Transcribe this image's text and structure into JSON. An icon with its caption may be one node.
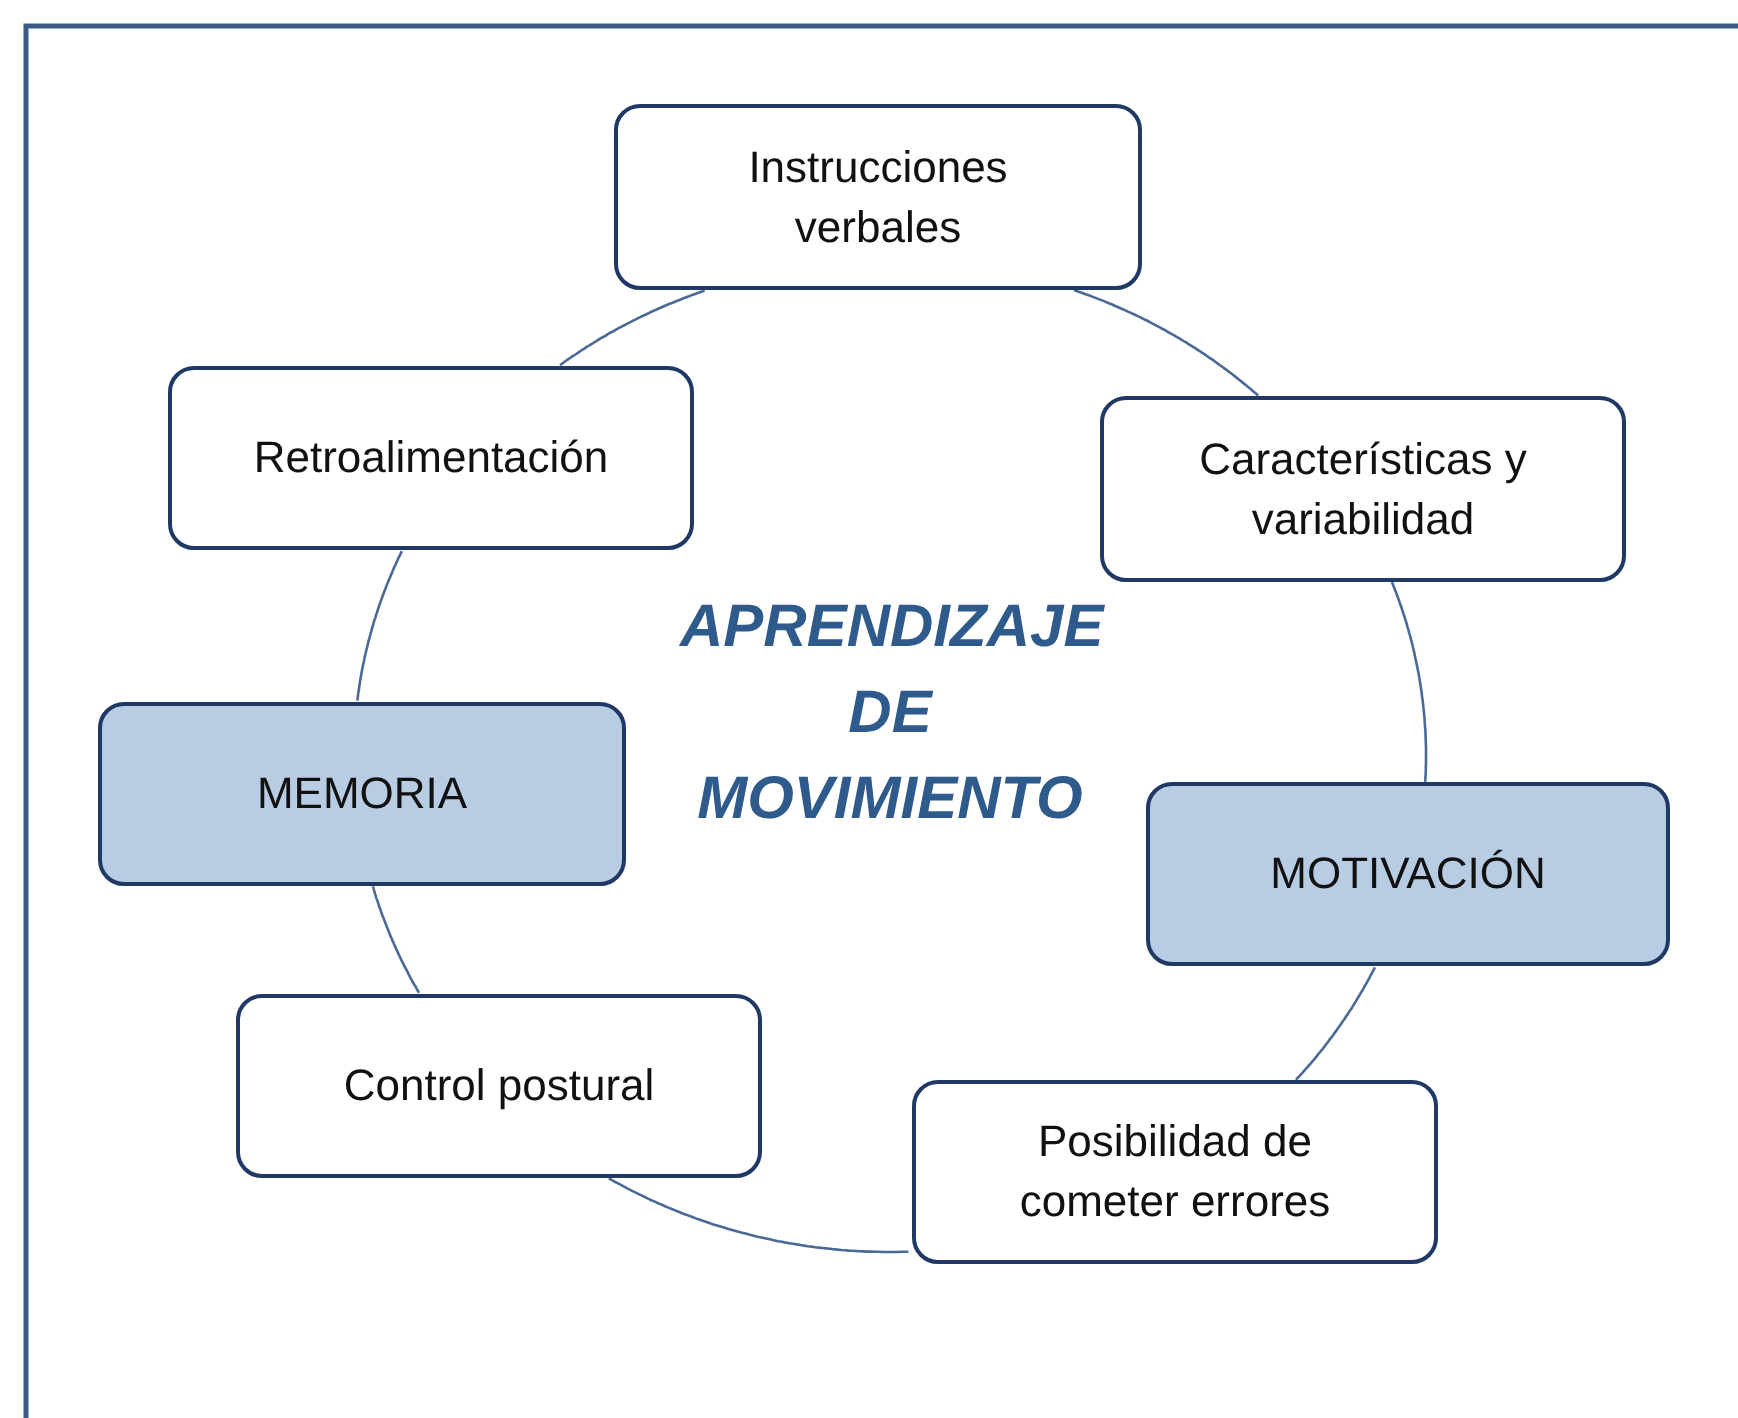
{
  "diagram": {
    "nodes": [
      {
        "text": [
          "Instrucciones verbales"
        ]
      },
      {
        "text": [
          "Características y variabilidad"
        ]
      },
      {
        "text": [
          "MOTIVACIÓN"
        ]
      },
      {
        "text": [
          "Posibilidad de cometer errores"
        ]
      },
      {
        "text": [
          "Control postural"
        ]
      },
      {
        "text": [
          "MEMORIA"
        ]
      },
      {
        "text": [
          "Retroalimentación"
        ]
      }
    ],
    "edges": [
      {
        "from": 0,
        "to": 1,
        "arrow": "none"
      },
      {
        "from": 1,
        "to": 2,
        "arrow": "none"
      },
      {
        "from": 2,
        "to": 3,
        "arrow": "none"
      },
      {
        "from": 3,
        "to": 4,
        "arrow": "none"
      },
      {
        "from": 4,
        "to": 5,
        "arrow": "none"
      },
      {
        "from": 5,
        "to": 6,
        "arrow": "none"
      },
      {
        "from": 6,
        "to": 0,
        "arrow": "none"
      }
    ],
    "labels": [
      "APRENDIZAJE DE MOVIMIENTO"
    ]
  }
}
